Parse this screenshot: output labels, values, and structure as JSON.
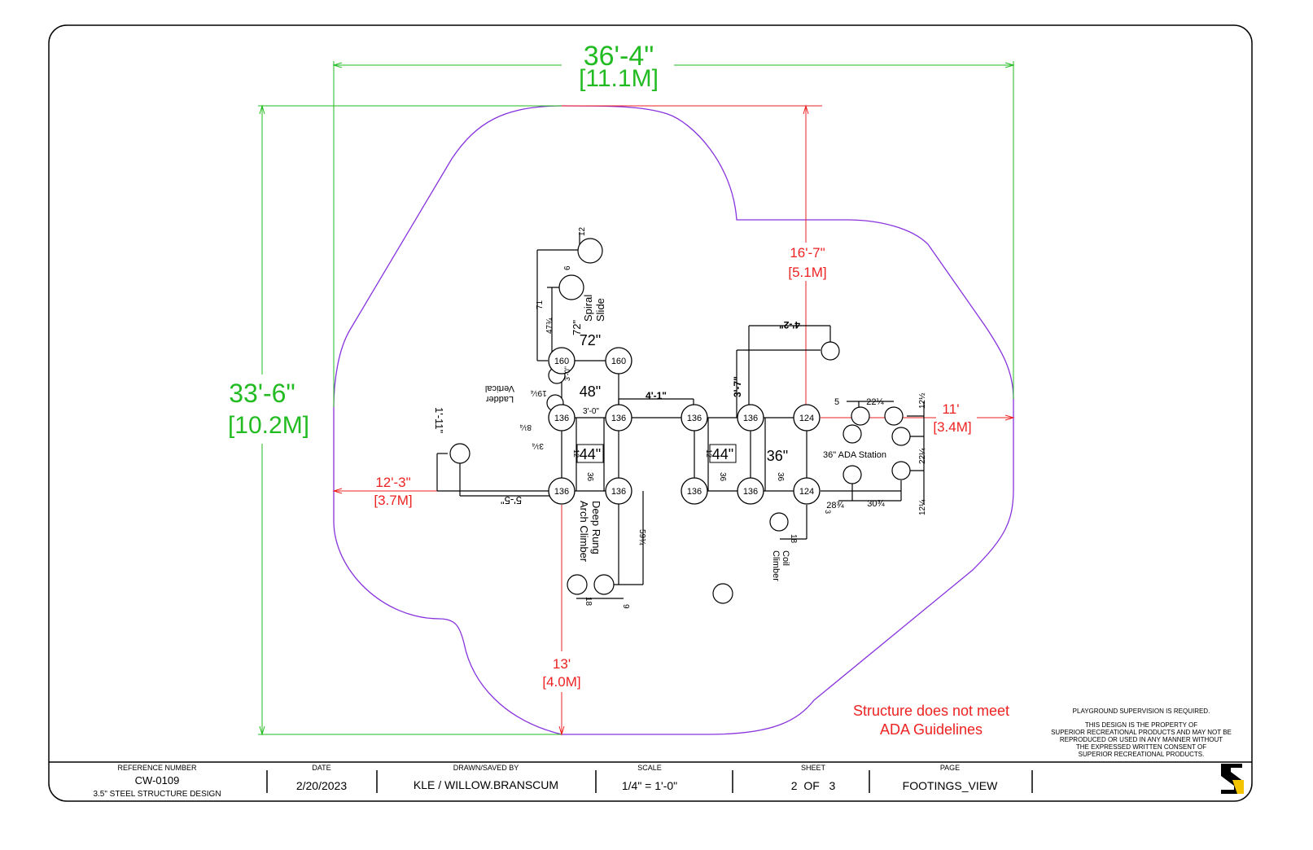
{
  "dimensions": {
    "width_ft": "36'-4\"",
    "width_m": "[11.1M]",
    "height_ft": "33'-6\"",
    "height_m": "[10.2M]",
    "top": {
      "ft": "16'-7\"",
      "m": "[5.1M]"
    },
    "right": {
      "ft": "11'",
      "m": "[3.4M]"
    },
    "left": {
      "ft": "12'-3\"",
      "m": "[3.7M]"
    },
    "bottom": {
      "ft": "13'",
      "m": "[4.0M]"
    }
  },
  "posts": {
    "p160a": "160",
    "p160b": "160",
    "p136a": "136",
    "p136b": "136",
    "p136c": "136",
    "p136d": "136",
    "p136e": "136",
    "p136f": "136",
    "p136g": "136",
    "p136h": "136",
    "p124a": "124",
    "p124b": "124"
  },
  "decks": {
    "d72": "72\"",
    "d48": "48\"",
    "d44a": "44\"",
    "d44b": "44\"",
    "d36": "36\""
  },
  "labels": {
    "spiral": "Spiral",
    "slide": "Slide",
    "slide72": "72\"",
    "vertical": "Vertical",
    "ladder": "Ladder",
    "deep": "Deep Rung",
    "arch": "Arch Climber",
    "coil": "Coil",
    "climber": "Climber",
    "ada_station": "36\" ADA Station"
  },
  "measures": {
    "m12": "12",
    "m6": "6",
    "m71": "71",
    "m47": "47¾",
    "m19": "19¼",
    "m3_0v": "3'-0\"",
    "m3_0h": "3'-0\"",
    "m8": "8¼",
    "m3q": "3¼",
    "m1_11": "1'-11\"",
    "m5_5": "5'-5\"",
    "m4_1": "4'-1\"",
    "m4_2": "4'-2\"",
    "m3_7": "3'-7\"",
    "m36a": "36",
    "m36b": "36",
    "m36c": "36",
    "m12a": "12",
    "m12b": "12",
    "m59": "59¾",
    "m18a": "18",
    "m9": "9",
    "m18b": "18",
    "m5": "5",
    "m22a": "22¼",
    "m12h": "12½",
    "m22b": "22¼",
    "m28": "28¾",
    "m30": "30¾",
    "m12q": "12¼",
    "m3": "3"
  },
  "notes": {
    "ada_1": "Structure does not meet",
    "ada_2": "ADA Guidelines",
    "supervision": "PLAYGROUND SUPERVISION IS REQUIRED.",
    "property_1": "THIS DESIGN IS THE PROPERTY OF",
    "property_2": "SUPERIOR RECREATIONAL PRODUCTS AND MAY NOT BE",
    "property_3": "REPRODUCED OR USED IN ANY MANNER WITHOUT",
    "property_4": "THE EXPRESSED WRITTEN CONSENT OF",
    "property_5": "SUPERIOR RECREATIONAL PRODUCTS."
  },
  "title_block": {
    "ref_label": "REFERENCE NUMBER",
    "ref_value": "CW-0109",
    "ref_desc": "3.5\" STEEL STRUCTURE DESIGN",
    "date_label": "DATE",
    "date_value": "2/20/2023",
    "drawn_label": "DRAWN/SAVED BY",
    "drawn_value": "KLE / WILLOW.BRANSCUM",
    "scale_label": "SCALE",
    "scale_value": "1/4\" = 1'-0\"",
    "sheet_label": "SHEET",
    "sheet_value": "2  OF   3",
    "page_label": "PAGE",
    "page_value": "FOOTINGS_VIEW",
    "logo_letter": "S"
  },
  "colors": {
    "green": "#22bb22",
    "red": "#ee2222",
    "purple": "#8833dd",
    "black": "#000000",
    "logo_yellow": "#f5c400"
  }
}
